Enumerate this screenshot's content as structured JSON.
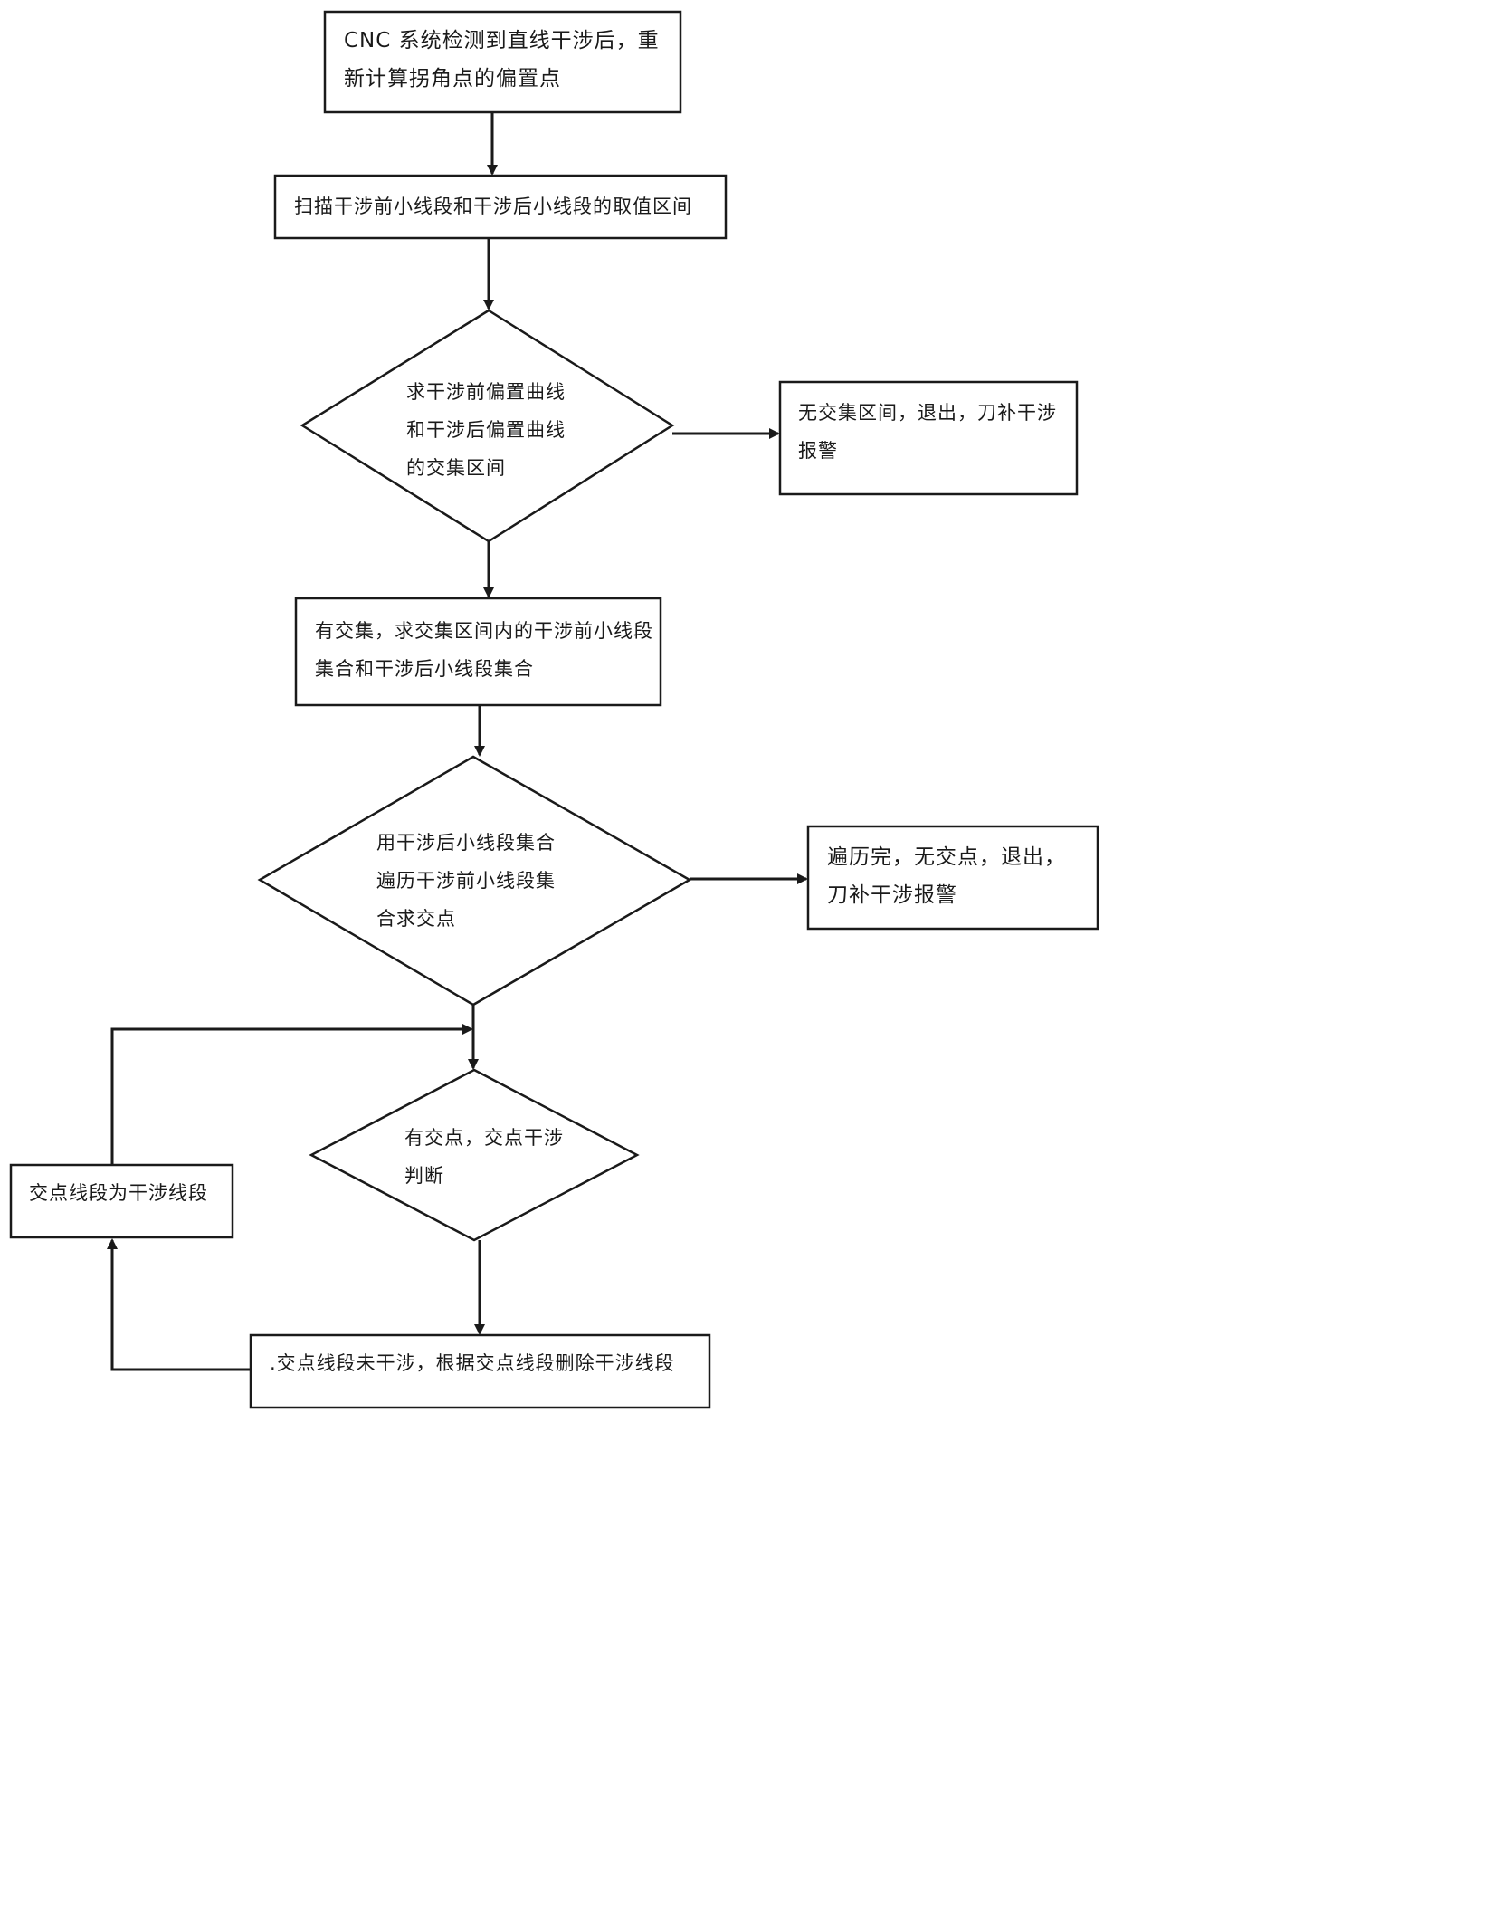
{
  "nodes": {
    "start": {
      "lines": [
        "CNC 系统检测到直线干涉后，重",
        "新计算拐角点的偏置点"
      ]
    },
    "scan": {
      "lines": [
        "扫描干涉前小线段和干涉后小线段的取值区间"
      ]
    },
    "intersect_decision": {
      "lines": [
        "求干涉前偏置曲线",
        "和干涉后偏置曲线",
        "的交集区间"
      ]
    },
    "no_intersection": {
      "lines": [
        "无交集区间，退出，刀补干涉",
        "报警"
      ]
    },
    "has_intersection": {
      "lines": [
        "有交集，求交集区间内的干涉前小线段",
        "集合和干涉后小线段集合"
      ]
    },
    "traverse_decision": {
      "lines": [
        "用干涉后小线段集合",
        "遍历干涉前小线段集",
        "合求交点"
      ]
    },
    "no_points": {
      "lines": [
        "遍历完，无交点，退出，",
        "刀补干涉报警"
      ]
    },
    "point_decision": {
      "lines": [
        "有交点，交点干涉",
        "判断"
      ]
    },
    "is_interfering": {
      "lines": [
        "交点线段为干涉线段"
      ]
    },
    "not_interfering": {
      "lines": [
        ".交点线段未干涉，根据交点线段删除干涉线段"
      ]
    }
  }
}
